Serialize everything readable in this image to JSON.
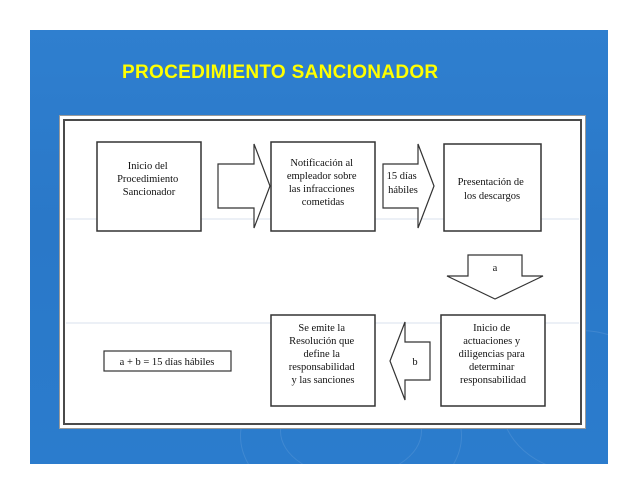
{
  "slide": {
    "title": "PROCEDIMIENTO SANCIONADOR"
  },
  "diagram": {
    "boxes": {
      "inicio": [
        "Inicio del",
        "Procedimiento",
        "Sancionador"
      ],
      "notificacion": [
        "Notificación al",
        "empleador sobre",
        "las infracciones",
        "cometidas"
      ],
      "presentacion": [
        "Presentación de",
        "los descargos"
      ],
      "actuaciones": [
        "Inicio de",
        "actuaciones y",
        "diligencias para",
        "determinar",
        "responsabilidad"
      ],
      "resolucion": [
        "Se emite la",
        "Resolución que",
        "define la",
        "responsabilidad",
        "y las sanciones"
      ],
      "formula": [
        "a + b = 15 días hábiles"
      ]
    },
    "arrows": {
      "arrow1": [],
      "arrow2": [
        "15 días",
        "hábiles"
      ],
      "arrow_down": [
        "a"
      ],
      "arrow_left": [
        "b"
      ]
    }
  },
  "colors": {
    "background": "#2b7ccd",
    "title": "#ffff00",
    "box_border": "#333333"
  }
}
